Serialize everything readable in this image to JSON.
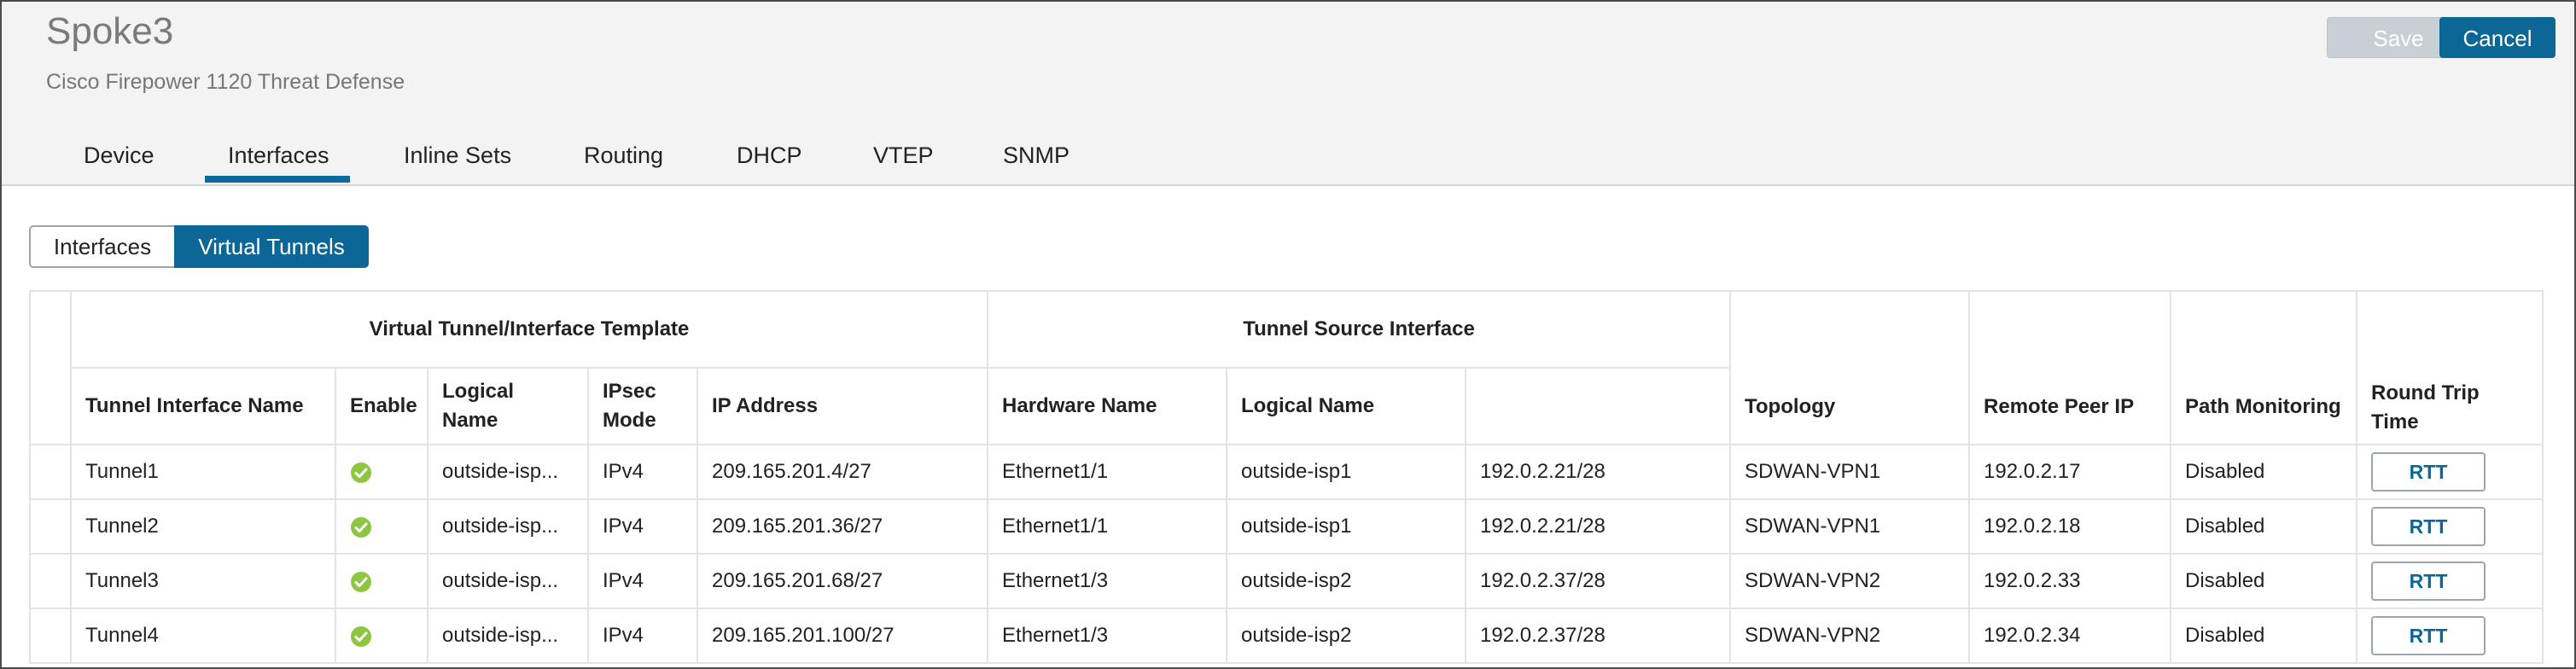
{
  "header": {
    "title": "Spoke3",
    "subtitle": "Cisco Firepower 1120 Threat Defense",
    "save_label": "Save",
    "cancel_label": "Cancel"
  },
  "tabs": [
    {
      "label": "Device",
      "active": false
    },
    {
      "label": "Interfaces",
      "active": true
    },
    {
      "label": "Inline Sets",
      "active": false
    },
    {
      "label": "Routing",
      "active": false
    },
    {
      "label": "DHCP",
      "active": false
    },
    {
      "label": "VTEP",
      "active": false
    },
    {
      "label": "SNMP",
      "active": false
    }
  ],
  "subtabs": {
    "interfaces_label": "Interfaces",
    "virtual_tunnels_label": "Virtual Tunnels",
    "active": "Virtual Tunnels"
  },
  "table": {
    "group_headers": {
      "virtual_tunnel_template": "Virtual Tunnel/Interface Template",
      "tunnel_source_interface": "Tunnel Source Interface"
    },
    "columns": {
      "tunnel_interface_name": "Tunnel Interface Name",
      "enable": "Enable",
      "logical_name": "Logical Name",
      "ipsec_mode": "IPsec Mode",
      "ip_address": "IP Address",
      "hardware_name": "Hardware Name",
      "source_logical_name": "Logical Name",
      "source_ip": "",
      "topology": "Topology",
      "remote_peer_ip": "Remote Peer IP",
      "path_monitoring": "Path Monitoring",
      "round_trip_time": "Round Trip Time"
    },
    "rows": [
      {
        "name": "Tunnel1",
        "enabled": true,
        "logical": "outside-isp...",
        "mode": "IPv4",
        "ip": "209.165.201.4/27",
        "hw": "Ethernet1/1",
        "src_logical": "outside-isp1",
        "src_ip": "192.0.2.21/28",
        "topology": "SDWAN-VPN1",
        "peer": "192.0.2.17",
        "monitoring": "Disabled",
        "rtt": "RTT"
      },
      {
        "name": "Tunnel2",
        "enabled": true,
        "logical": "outside-isp...",
        "mode": "IPv4",
        "ip": "209.165.201.36/27",
        "hw": "Ethernet1/1",
        "src_logical": "outside-isp1",
        "src_ip": "192.0.2.21/28",
        "topology": "SDWAN-VPN1",
        "peer": "192.0.2.18",
        "monitoring": "Disabled",
        "rtt": "RTT"
      },
      {
        "name": "Tunnel3",
        "enabled": true,
        "logical": "outside-isp...",
        "mode": "IPv4",
        "ip": "209.165.201.68/27",
        "hw": "Ethernet1/3",
        "src_logical": "outside-isp2",
        "src_ip": "192.0.2.37/28",
        "topology": "SDWAN-VPN2",
        "peer": "192.0.2.33",
        "monitoring": "Disabled",
        "rtt": "RTT"
      },
      {
        "name": "Tunnel4",
        "enabled": true,
        "logical": "outside-isp...",
        "mode": "IPv4",
        "ip": "209.165.201.100/27",
        "hw": "Ethernet1/3",
        "src_logical": "outside-isp2",
        "src_ip": "192.0.2.37/28",
        "topology": "SDWAN-VPN2",
        "peer": "192.0.2.34",
        "monitoring": "Disabled",
        "rtt": "RTT"
      }
    ]
  },
  "colors": {
    "accent": "#0d6796",
    "enabled_check": "#8dc63f"
  }
}
